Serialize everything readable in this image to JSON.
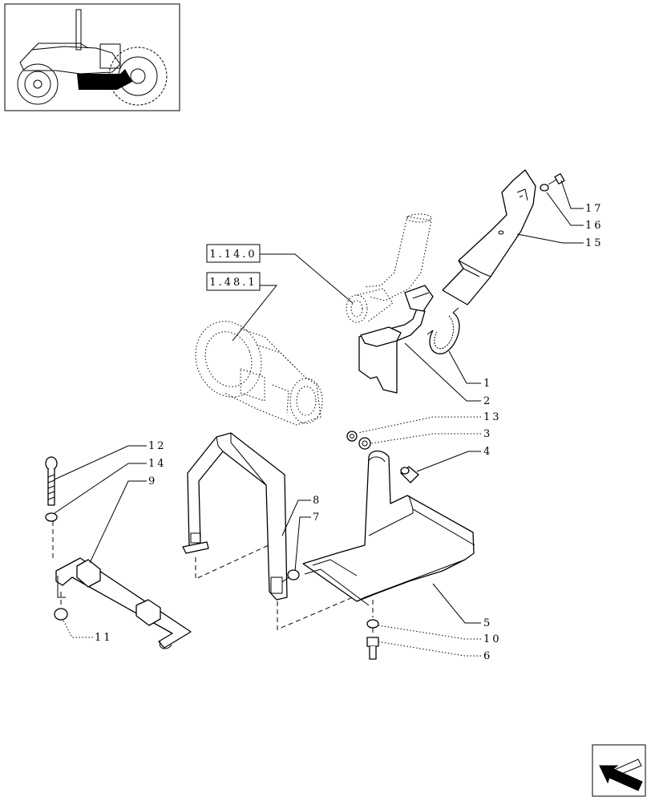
{
  "diagram": {
    "refs": [
      "1.14.0",
      "1.48.1"
    ],
    "callouts": [
      "1",
      "2",
      "13",
      "3",
      "4",
      "12",
      "14",
      "9",
      "8",
      "7",
      "11",
      "5",
      "10",
      "6",
      "17",
      "16",
      "15"
    ]
  },
  "icons": {
    "thumbnail": "tractor-thumbnail-icon",
    "nav": "next-page-arrow-icon"
  }
}
